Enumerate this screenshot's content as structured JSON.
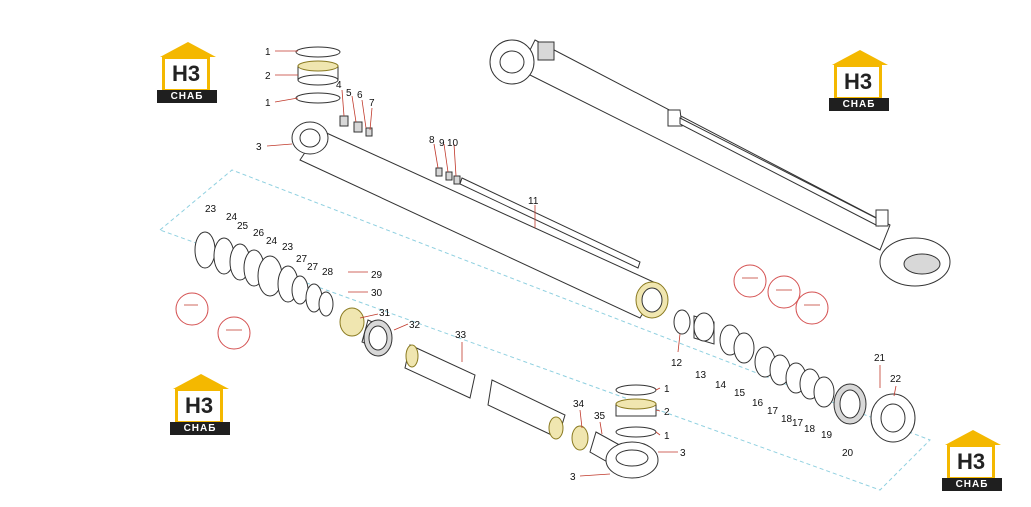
{
  "brand": {
    "logo_mark": "Н3",
    "logo_text": "СНАБ"
  },
  "labels": {
    "l1a": "1",
    "l2a": "2",
    "l1b": "1",
    "l3a": "3",
    "l4": "4",
    "l5": "5",
    "l6": "6",
    "l7": "7",
    "l8": "8",
    "l9": "9",
    "l10": "10",
    "l11": "11",
    "l23a": "23",
    "l24a": "24",
    "l25": "25",
    "l26": "26",
    "l24b": "24",
    "l23b": "23",
    "l27a": "27",
    "l27b": "27",
    "l28": "28",
    "l29": "29",
    "l30": "30",
    "l31": "31",
    "l32": "32",
    "l33": "33",
    "l34": "34",
    "l35": "35",
    "l1c": "1",
    "l2b": "2",
    "l1d": "1",
    "l3b": "3",
    "l3c": "3",
    "l12": "12",
    "l13": "13",
    "l14": "14",
    "l15": "15",
    "l16": "16",
    "l17a": "17",
    "l18a": "18",
    "l17b": "17",
    "l18b": "18",
    "l19": "19",
    "l20": "20",
    "l21": "21",
    "l22": "22"
  }
}
